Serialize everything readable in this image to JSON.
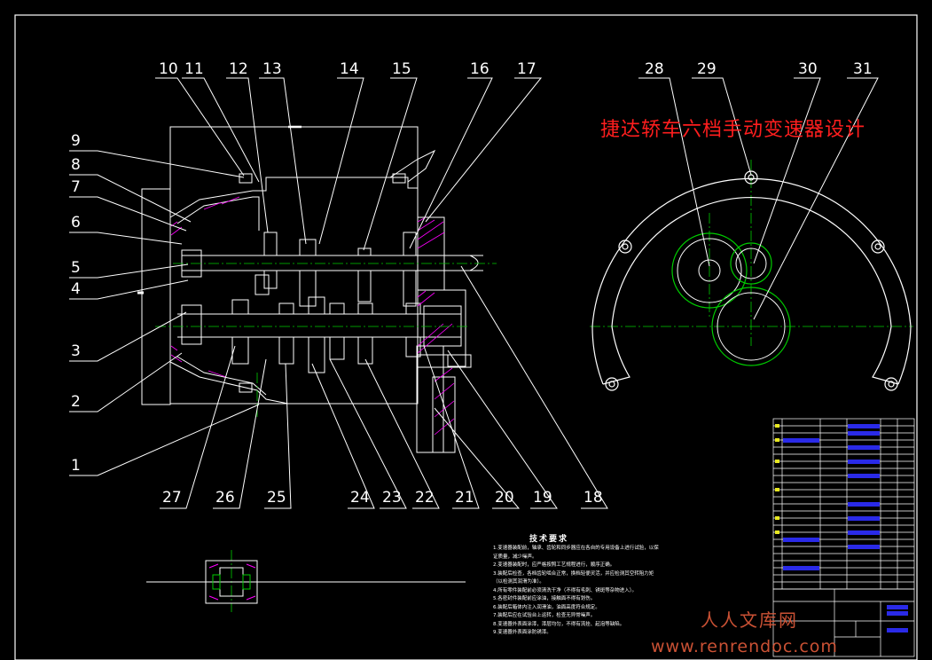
{
  "title": "捷达轿车六档手动变速器设计",
  "part_labels": {
    "left": [
      "9",
      "8",
      "7",
      "6",
      "5",
      "4",
      "3",
      "2",
      "1"
    ],
    "top": [
      "10",
      "11",
      "12",
      "13",
      "14",
      "15",
      "16",
      "17"
    ],
    "bottom": [
      "27",
      "26",
      "25",
      "24",
      "23",
      "22",
      "21",
      "20",
      "19",
      "18"
    ],
    "gear_view": [
      "28",
      "29",
      "30",
      "31"
    ]
  },
  "tech_requirements": {
    "title": "技术要求",
    "notes": [
      "1.变速器装配前，轴承、齿轮和同步器应在各自的专用设备上进行试验，以保",
      "证质量，减少噪声。",
      "2.变速器装配时，应严格按照工艺规程进行，顺序正确。",
      "3.装配后检查，各档齿轮啮合正常，换档轻便灵活，并应检测其空转阻力矩",
      "（以检测其润滑为准）。",
      "4.所有零件装配前必须清洗干净（不得有毛刺、锈斑等杂物进入）。",
      "5.各密封件装配前应涂油，接触面不得有划伤。",
      "6.装配后箱体内注入润滑油，油面高度符合规定。",
      "7.装配后应在试验台上运转，检查无异常噪声。",
      "8.变速器外表面涂漆，漆层均匀，不得有流挂、起泡等缺陷。",
      "9.变速器外表面涂防锈漆。"
    ]
  },
  "watermark": {
    "cn": "人人文库网",
    "url": "www.renrendoc.com"
  },
  "colors": {
    "background": "#000000",
    "lines": "#ffffff",
    "centerline": "#00cc00",
    "hatch": "#ff00ff",
    "title": "#ff1e1e",
    "table_highlight": "#2a2ae8"
  }
}
